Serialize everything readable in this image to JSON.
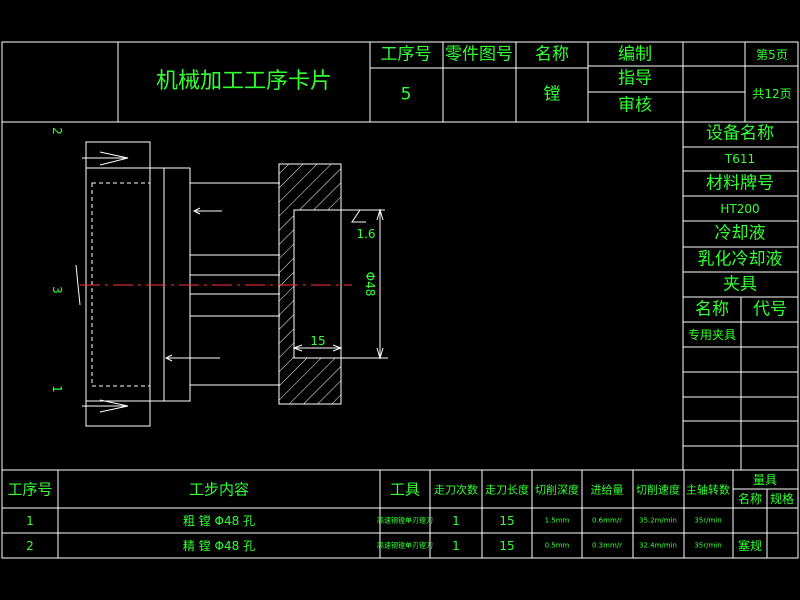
{
  "colors": {
    "background": "#000000",
    "lines": "#ffffff",
    "text": "#33ff33",
    "centerline": "#ff3333"
  },
  "header": {
    "title": "机械加工工序卡片",
    "col_process_no": "工序号",
    "col_part_no": "零件图号",
    "col_name": "名称",
    "process_no_value": "5",
    "name_value": "镗",
    "compile": "编制",
    "guide": "指导",
    "review": "审核",
    "page": "第5页",
    "total": "共12页"
  },
  "side_panel": {
    "equipment_label": "设备名称",
    "equipment_value": "T611",
    "material_label": "材料牌号",
    "material_value": "HT200",
    "coolant_label": "冷却液",
    "coolant_value": "乳化冷却液",
    "fixture_label": "夹具",
    "fixture_name": "名称",
    "fixture_code": "代号",
    "fixture_value": "专用夹具"
  },
  "drawing": {
    "pos_top": "2",
    "pos_mid": "3",
    "pos_bot": "1",
    "roughness": "1.6",
    "diameter": "Φ48",
    "length": "15"
  },
  "table": {
    "headers": {
      "step_no": "工序号",
      "content": "工步内容",
      "tool": "工具",
      "passes": "走刀次数",
      "pass_length": "走刀长度",
      "depth": "切削深度",
      "feed": "进给量",
      "speed": "切削速度",
      "spindle": "主轴转数",
      "gauge": "量具",
      "gauge_name": "名称",
      "gauge_spec": "规格"
    },
    "rows": [
      {
        "no": "1",
        "content": "粗 镗 Φ48 孔",
        "tool": "高速钢镗单刃镗刀",
        "passes": "1",
        "length": "15",
        "depth": "1.5mm",
        "feed": "0.6mm/r",
        "speed": "35.2m/min",
        "spindle": "35r/min",
        "gauge_name": "",
        "gauge_spec": ""
      },
      {
        "no": "2",
        "content": "精 镗 Φ48 孔",
        "tool": "高速钢镗单刃镗刀",
        "passes": "1",
        "length": "15",
        "depth": "0.5mm",
        "feed": "0.3mm/r",
        "speed": "32.4m/min",
        "spindle": "35r/min",
        "gauge_name": "塞规",
        "gauge_spec": ""
      }
    ]
  }
}
